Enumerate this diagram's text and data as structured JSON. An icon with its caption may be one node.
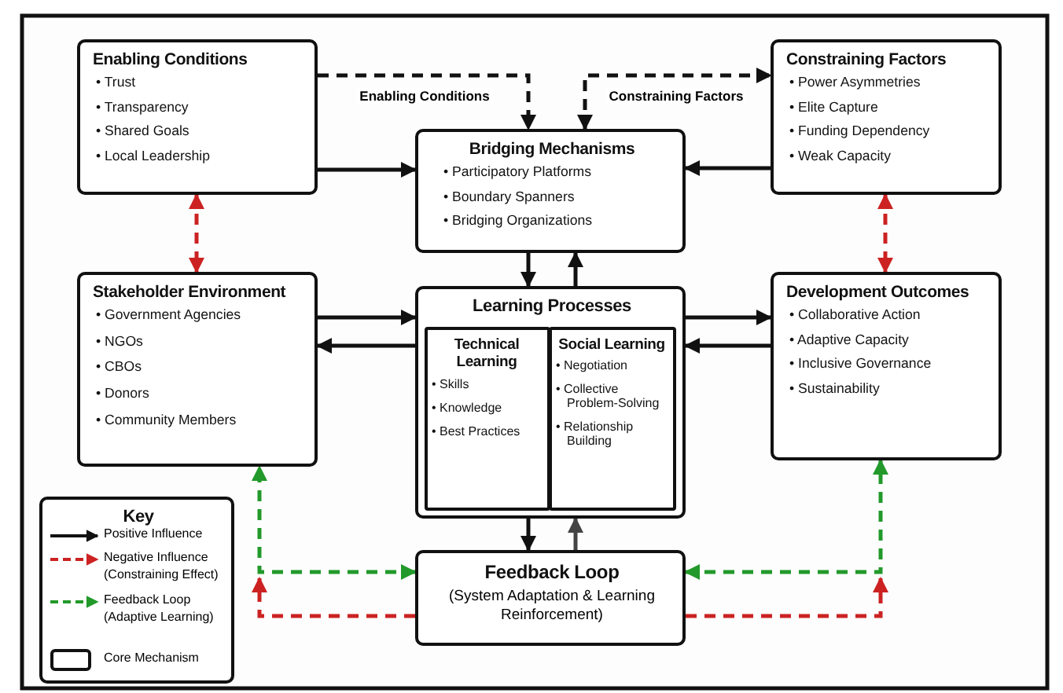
{
  "diagram": {
    "nodes": [
      {
        "text": [
          "Enabling Conditions",
          "• Trust",
          "• Transparency",
          "• Shared Goals",
          "• Local Leadership"
        ]
      },
      {
        "text": [
          "Constraining Factors",
          "• Power Asymmetries",
          "• Elite Capture",
          "• Funding Dependency",
          "• Weak Capacity"
        ]
      },
      {
        "text": [
          "Bridging Mechanisms",
          "• Participatory Platforms",
          "• Boundary Spanners",
          "• Bridging Organizations"
        ]
      },
      {
        "text": [
          "Stakeholder Environment",
          "• Government Agencies",
          "• NGOs",
          "• CBOs",
          "• Donors",
          "• Community Members"
        ]
      },
      {
        "text": [
          "Learning Processes"
        ]
      },
      {
        "text": [
          "Technical Learning",
          "• Skills",
          "• Knowledge",
          "• Best Practices"
        ],
        "in": 4
      },
      {
        "text": [
          "Social Learning",
          "• Negotiation",
          "• Collective Problem-Solving",
          "• Relationship Building"
        ],
        "in": 4
      },
      {
        "text": [
          "Development Outcomes",
          "• Collaborative Action",
          "• Adaptive Capacity",
          "• Inclusive Governance",
          "• Sustainability"
        ]
      },
      {
        "text": [
          "Feedback Loop",
          "(System Adaptation & Learning Reinforcement)"
        ]
      }
    ],
    "edges": [
      {
        "from": 0,
        "to": 2,
        "arrow": "to"
      },
      {
        "from": 1,
        "to": 2,
        "arrow": "to"
      },
      {
        "from": 0,
        "to": 2,
        "arrow": "to",
        "style": "dashed",
        "label": "Enabling Conditions"
      },
      {
        "from": 2,
        "to": 1,
        "arrow": "both",
        "style": "dashed",
        "label": "Constraining Factors"
      },
      {
        "from": 0,
        "to": 3,
        "arrow": "both",
        "style": "dashed",
        "color": "#cc2222"
      },
      {
        "from": 1,
        "to": 7,
        "arrow": "both",
        "style": "dashed",
        "color": "#cc2222"
      },
      {
        "from": 2,
        "to": 4,
        "arrow": "to"
      },
      {
        "from": 4,
        "to": 2,
        "arrow": "to"
      },
      {
        "from": 3,
        "to": 4,
        "arrow": "to"
      },
      {
        "from": 4,
        "to": 3,
        "arrow": "to"
      },
      {
        "from": 4,
        "to": 7,
        "arrow": "to"
      },
      {
        "from": 7,
        "to": 4,
        "arrow": "to"
      },
      {
        "from": 4,
        "to": 8,
        "arrow": "to"
      },
      {
        "from": 8,
        "to": 4,
        "arrow": "to",
        "color": "#444444"
      },
      {
        "from": 8,
        "to": 3,
        "arrow": "both",
        "style": "dashed",
        "color": "#22992a"
      },
      {
        "from": 8,
        "to": null,
        "arrow": "to",
        "style": "dashed",
        "color": "#cc2222"
      },
      {
        "from": 8,
        "to": 7,
        "arrow": "both",
        "style": "dashed",
        "color": "#22992a"
      },
      {
        "from": 8,
        "to": null,
        "arrow": "to",
        "style": "dashed",
        "color": "#cc2222"
      }
    ],
    "labels": [
      "Key"
    ],
    "legend": [
      {
        "text": "Positive Influence"
      },
      {
        "text": "Negative Influence (Constraining Effect)"
      },
      {
        "text": "Feedback Loop (Adaptive Learning)"
      },
      {
        "text": "Core Mechanism"
      }
    ]
  }
}
